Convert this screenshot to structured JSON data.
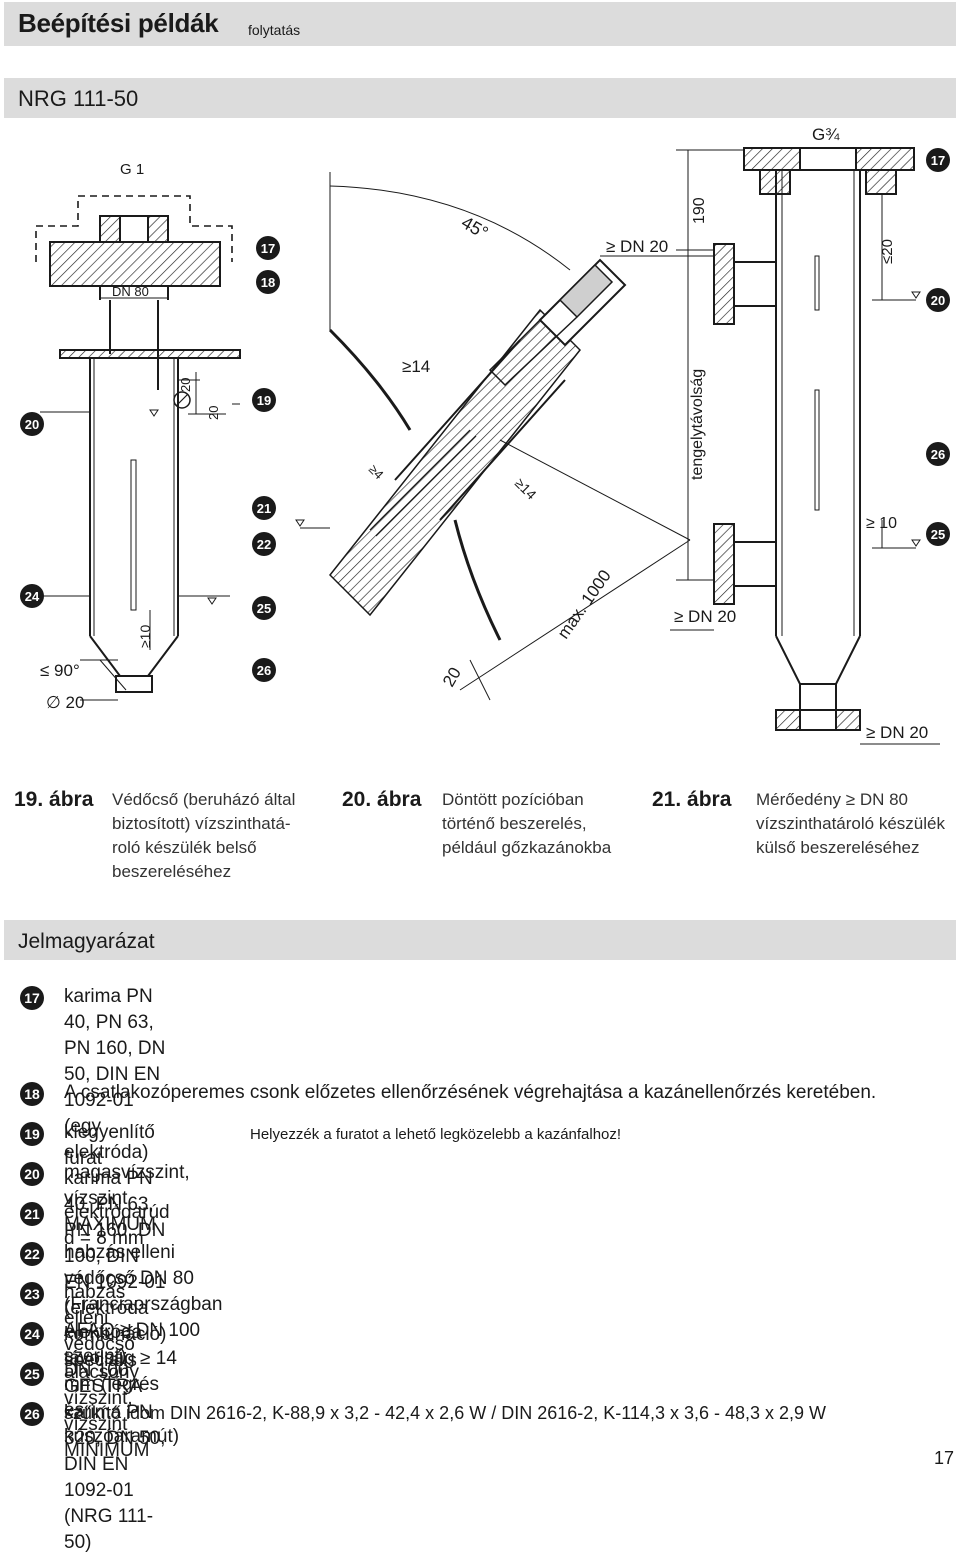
{
  "header": {
    "title": "Beépítési példák",
    "subtitle": "folytatás"
  },
  "section": {
    "title": "NRG 111-50"
  },
  "figures": {
    "fig19": {
      "g": "G 1",
      "dn": "DN 80",
      "d20a": "20",
      "d20b": "20",
      "ge10": "≥10",
      "le90": "≤ 90°",
      "dia20": "∅ 20",
      "badges": [
        "17",
        "18",
        "19",
        "20",
        "21",
        "22",
        "24",
        "25",
        "26"
      ]
    },
    "fig20": {
      "angle": "45°",
      "ge14a": "≥14",
      "ge4": "≥4",
      "ge14b": "≥14",
      "max": "max. 1000",
      "d20": "20"
    },
    "fig21": {
      "g": "G¾",
      "d190": "190",
      "dn20a": "≥ DN 20",
      "le20": "≤20",
      "axis": "tengelytávolság",
      "ge10": "≥ 10",
      "dn20b": "≥ DN 20",
      "dn20c": "≥ DN 20",
      "badges": [
        "17",
        "20",
        "26",
        "25"
      ]
    }
  },
  "captions": [
    {
      "num": "19. ábra",
      "text": "Védőcső (beruházó által\nbiztosított) vízszinthatá-\nroló készülék belső\nbeszereléséhez"
    },
    {
      "num": "20. ábra",
      "text": "Döntött pozícióban\ntörténő beszerelés,\npéldául gőzkazánokba"
    },
    {
      "num": "21. ábra",
      "text": "Mérőedény ≥ DN 80\nvízszinthatároló készülék\nkülső beszereléséhez"
    }
  ],
  "legend": {
    "title": "Jelmagyarázat",
    "items": [
      {
        "badge": "17",
        "text": "karima PN 40, PN 63, PN 160, DN 50, DIN EN 1092-01 (egy elektróda)\nkarima PN 40, PN 63, PN 160, DN 100, DIN EN 1092-01 (elektróda kombináció)\nspecialis GESTRA karima PN 320, DN 50, DIN EN 1092-01 (NRG 111-50)"
      },
      {
        "badge": "18",
        "text": "A csatlakozóperemes csonk előzetes ellenőrzésének végrehajtása a kazánellenőrzés keretében."
      },
      {
        "badge": "19",
        "text": "kiegyenlítő furat",
        "note": "Helyezzék a furatot a lehető legközelebb a kazánfalhoz!"
      },
      {
        "badge": "20",
        "text": "magasvízszint, vízszint MAXIMUM"
      },
      {
        "badge": "21",
        "text": "elektródarúd d = 8 mm"
      },
      {
        "badge": "22",
        "text": "habzás elleni védőcső DN 80 (Franciaországban AFAQ ≥ DN 100 szerint)"
      },
      {
        "badge": "23",
        "text": "habzás elleni védőcső DN 100"
      },
      {
        "badge": "24",
        "text": "elektróda távolság ≥ 14 mm (légrés és kúszóáramút)"
      },
      {
        "badge": "25",
        "text": "alacsony vízszint, vízszint MINIMUM"
      },
      {
        "badge": "26",
        "text": "szűkítő idom DIN 2616-2, K-88,9 x 3,2 - 42,4 x 2,6 W / DIN 2616-2, K-114,3 x 3,6 - 48,3 x 2,9 W"
      }
    ]
  },
  "page_number": "17"
}
